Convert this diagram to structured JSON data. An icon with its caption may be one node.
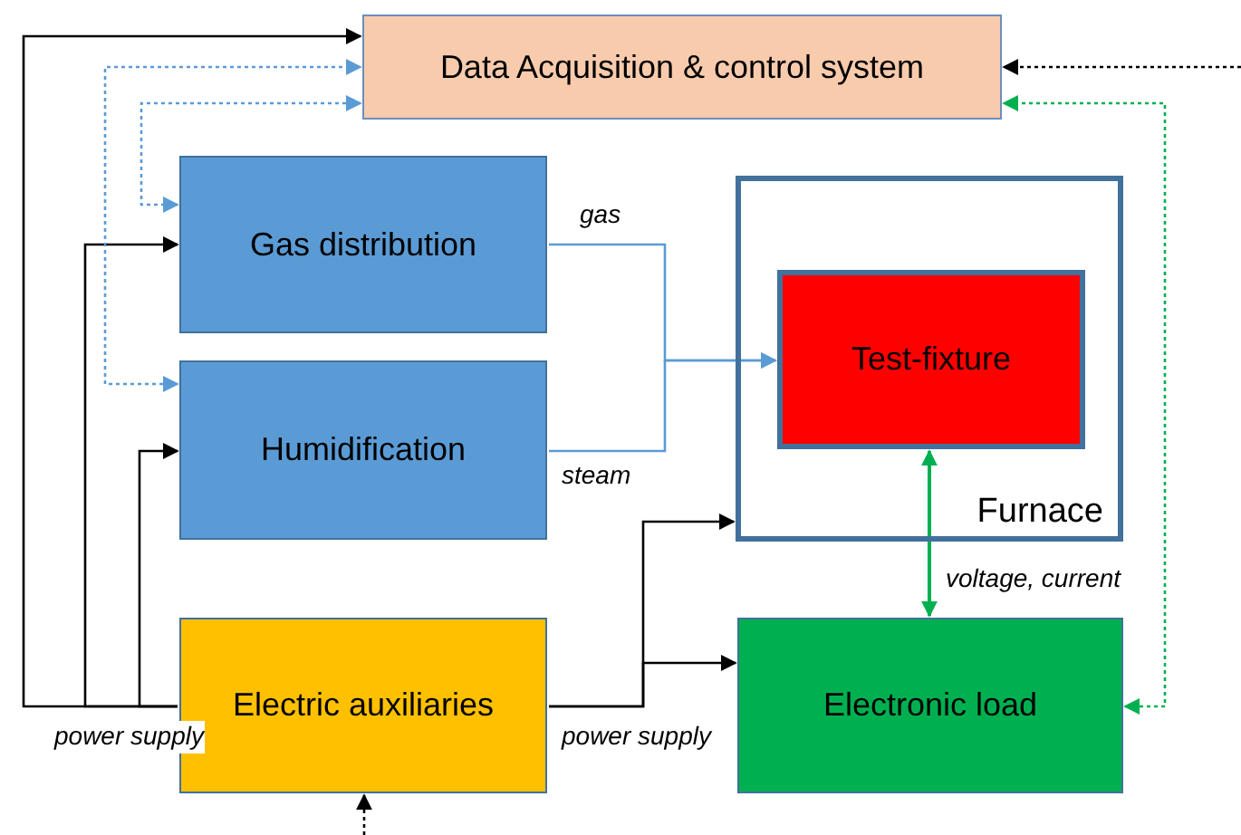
{
  "diagram": {
    "nodes": [
      {
        "text": [
          "Data Acquisition & control system"
        ]
      },
      {
        "text": [
          "Gas distribution"
        ]
      },
      {
        "text": [
          "Humidification"
        ]
      },
      {
        "text": [
          "Furnace"
        ]
      },
      {
        "text": [
          "Test-fixture"
        ],
        "in": 3
      },
      {
        "text": [
          "Electric auxiliaries"
        ]
      },
      {
        "text": [
          "Electronic load"
        ]
      }
    ],
    "edges": [
      {
        "from": 5,
        "to": 0,
        "arrow": "to",
        "label": "power supply"
      },
      {
        "from": 5,
        "to": 1,
        "arrow": "to"
      },
      {
        "from": 5,
        "to": 2,
        "arrow": "to"
      },
      {
        "from": 0,
        "to": 1,
        "arrow": "both",
        "style": "dashed",
        "color": "#5b9bd5"
      },
      {
        "from": 2,
        "to": 0,
        "arrow": "both",
        "style": "dashed",
        "color": "#5b9bd5"
      },
      {
        "from": 1,
        "to": 4,
        "arrow": "to",
        "label": "gas",
        "color": "#5b9bd5"
      },
      {
        "from": 2,
        "to": 4,
        "arrow": "to",
        "label": "steam",
        "color": "#5b9bd5"
      },
      {
        "from": 5,
        "to": 3,
        "arrow": "to",
        "label": "power supply"
      },
      {
        "from": 5,
        "to": 6,
        "arrow": "to"
      },
      {
        "from": 4,
        "to": 6,
        "arrow": "both",
        "label": "voltage, current",
        "color": "#00b050"
      },
      {
        "from": 6,
        "to": 0,
        "arrow": "both",
        "style": "dashed",
        "color": "#00b050"
      },
      {
        "from": null,
        "to": 0,
        "arrow": "to",
        "style": "dashed"
      },
      {
        "from": null,
        "to": 5,
        "arrow": "to",
        "style": "dashed"
      }
    ]
  }
}
